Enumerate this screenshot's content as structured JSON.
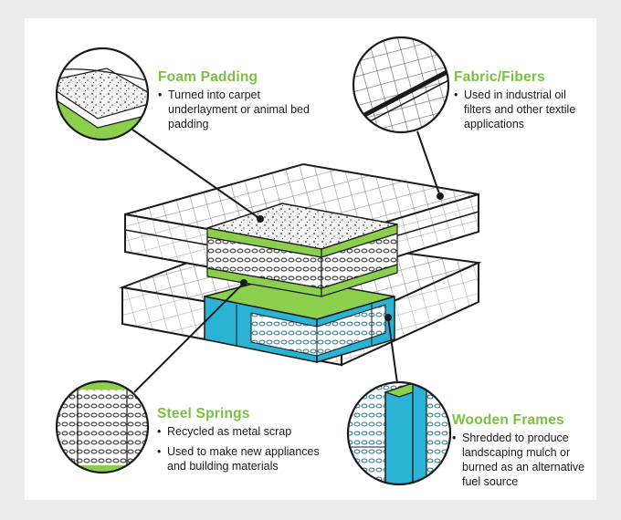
{
  "callouts": {
    "foam": {
      "title": "Foam Padding",
      "bullets": [
        "Turned into carpet underlayment or animal bed padding"
      ]
    },
    "fabric": {
      "title": "Fabric/Fibers",
      "bullets": [
        "Used in industrial oil filters and other textile applications"
      ]
    },
    "springs": {
      "title": "Steel Springs",
      "bullets": [
        "Recycled as metal scrap",
        "Used to make new appliances and building materials"
      ]
    },
    "wood": {
      "title": "Wooden Frames",
      "bullets": [
        "Shredded to produce landscaping mulch or burned as an alternative fuel source"
      ]
    }
  },
  "colors": {
    "foam_green": "#8ccf4d",
    "label_green": "#7ac142",
    "wood_blue": "#2bb3d6",
    "outline": "#1a1a1a"
  }
}
